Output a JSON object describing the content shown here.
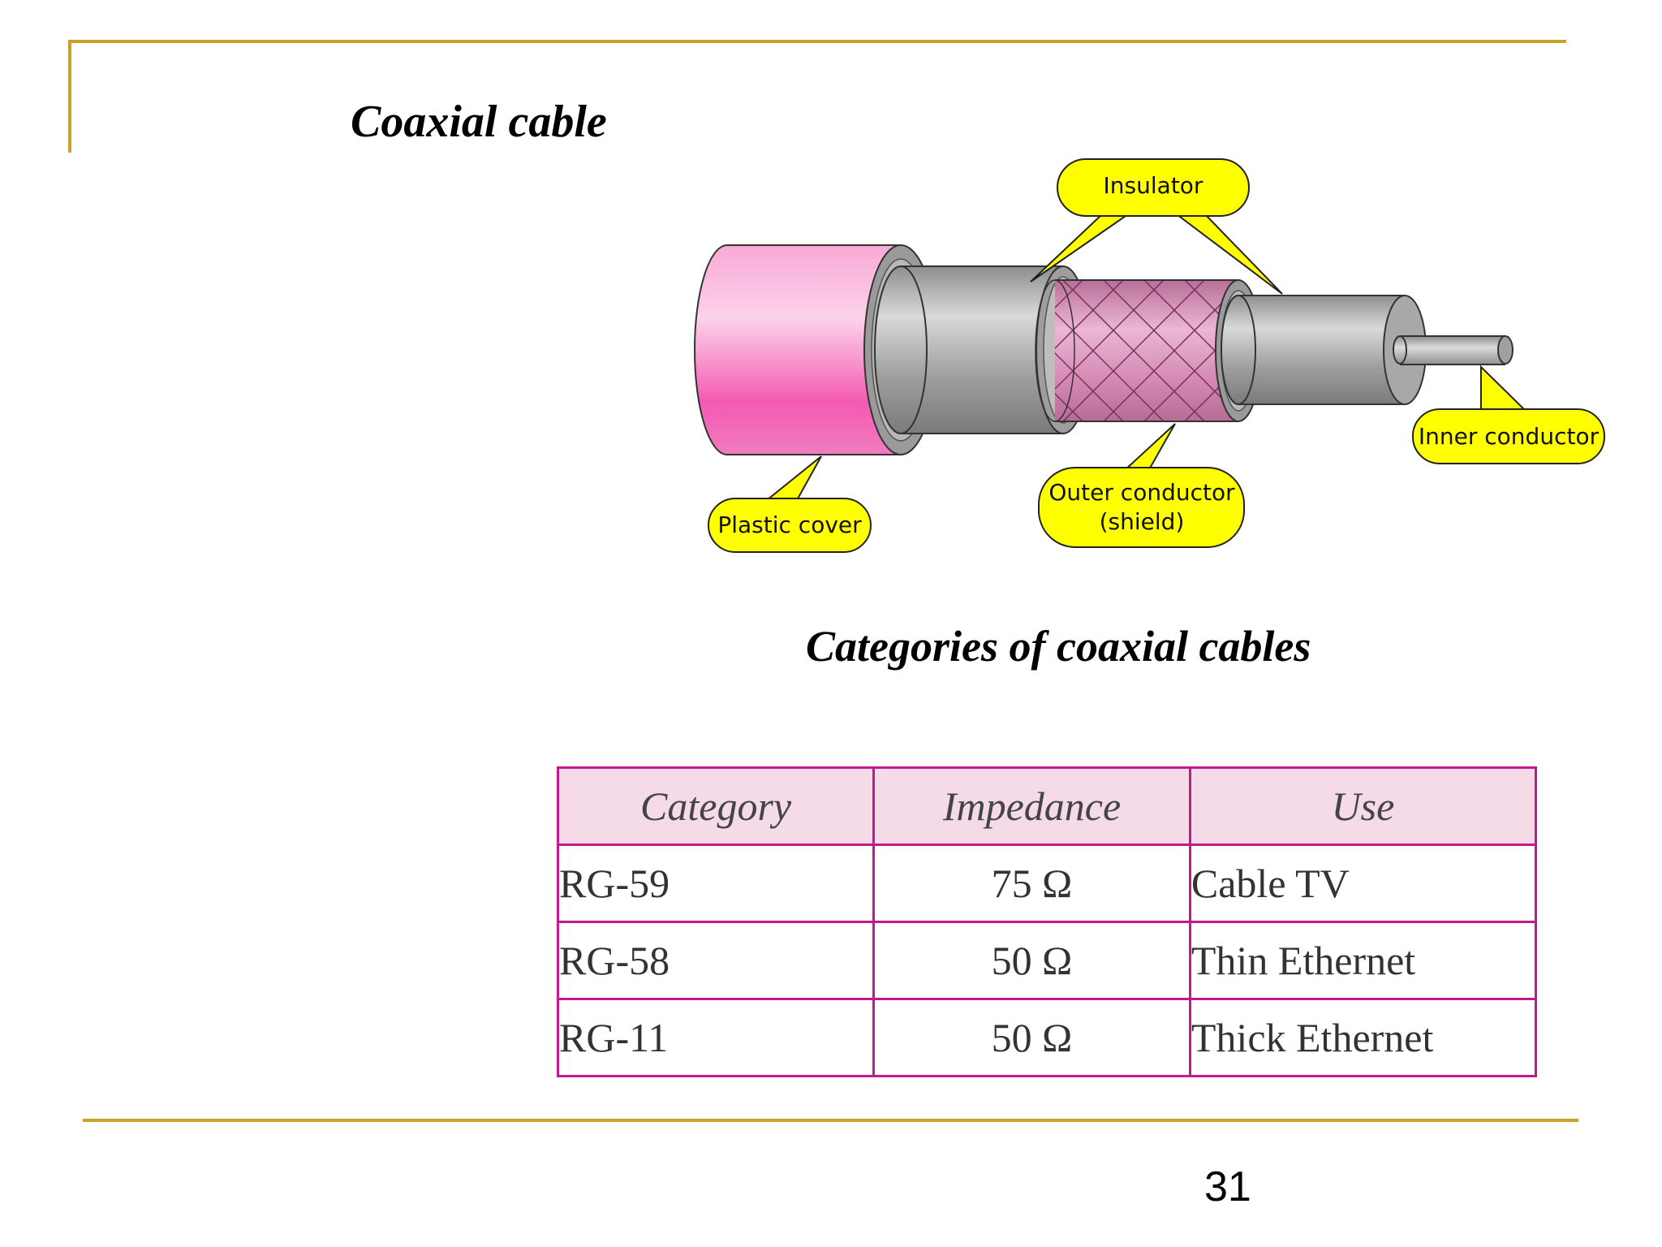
{
  "slide": {
    "title": "Coaxial cable",
    "subtitle": "Categories of coaxial cables",
    "page_number": "31",
    "accent_color": "#c9a227"
  },
  "diagram": {
    "callouts": {
      "insulator": "Insulator",
      "inner_conductor": "Inner conductor",
      "outer_conductor_line1": "Outer conductor",
      "outer_conductor_line2": "(shield)",
      "plastic_cover": "Plastic cover"
    },
    "colors": {
      "plastic_cover": "#f060b0",
      "insulator": "#a8a8a8",
      "shield": "#d98ab6",
      "callout": "#ffff00"
    }
  },
  "table": {
    "headers": [
      "Category",
      "Impedance",
      "Use"
    ],
    "rows": [
      [
        "RG-59",
        "75 Ω",
        "Cable TV"
      ],
      [
        "RG-58",
        "50 Ω",
        "Thin Ethernet"
      ],
      [
        "RG-11",
        "50 Ω",
        "Thick Ethernet"
      ]
    ],
    "border_color": "#c21a8c",
    "header_bg": "#f5dbe8"
  }
}
